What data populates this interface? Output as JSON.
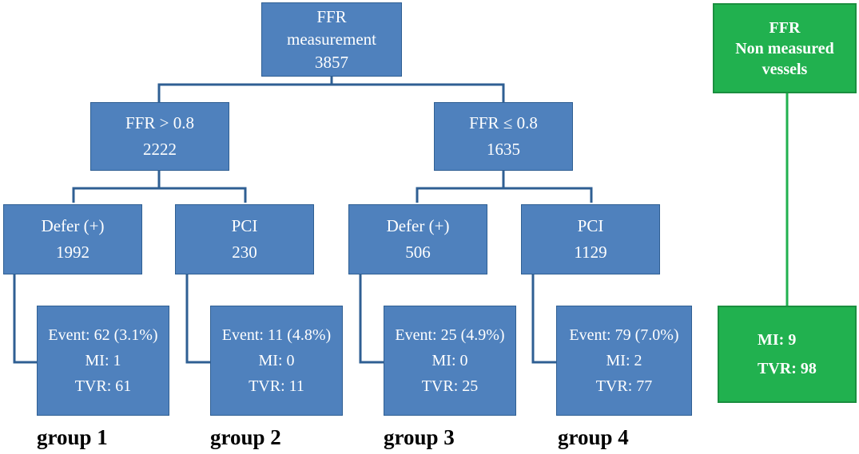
{
  "colors": {
    "node": "#4f81bd",
    "connector": "#2f5f93",
    "side_node": "#21b14f",
    "side_connector": "#21b14f"
  },
  "root": {
    "line1": "FFR",
    "line2": "measurement",
    "count": "3857"
  },
  "branch_high": {
    "label": "FFR > 0.8",
    "count": "2222"
  },
  "branch_low": {
    "label": "FFR ≤ 0.8",
    "count": "1635"
  },
  "leaves": [
    {
      "label": "Defer (+)",
      "count": "1992",
      "event": "Event: 62 (3.1%)",
      "mi": "MI: 1",
      "tvr": "TVR: 61",
      "group": "group 1"
    },
    {
      "label": "PCI",
      "count": "230",
      "event": "Event: 11 (4.8%)",
      "mi": "MI: 0",
      "tvr": "TVR: 11",
      "group": "group 2"
    },
    {
      "label": "Defer (+)",
      "count": "506",
      "event": "Event: 25 (4.9%)",
      "mi": "MI: 0",
      "tvr": "TVR: 25",
      "group": "group 3"
    },
    {
      "label": "PCI",
      "count": "1129",
      "event": "Event: 79 (7.0%)",
      "mi": "MI: 2",
      "tvr": "TVR: 77",
      "group": "group 4"
    }
  ],
  "non_measured": {
    "line1": "FFR",
    "line2": "Non measured",
    "line3": "vessels",
    "mi": "MI: 9",
    "tvr": "TVR: 98"
  }
}
